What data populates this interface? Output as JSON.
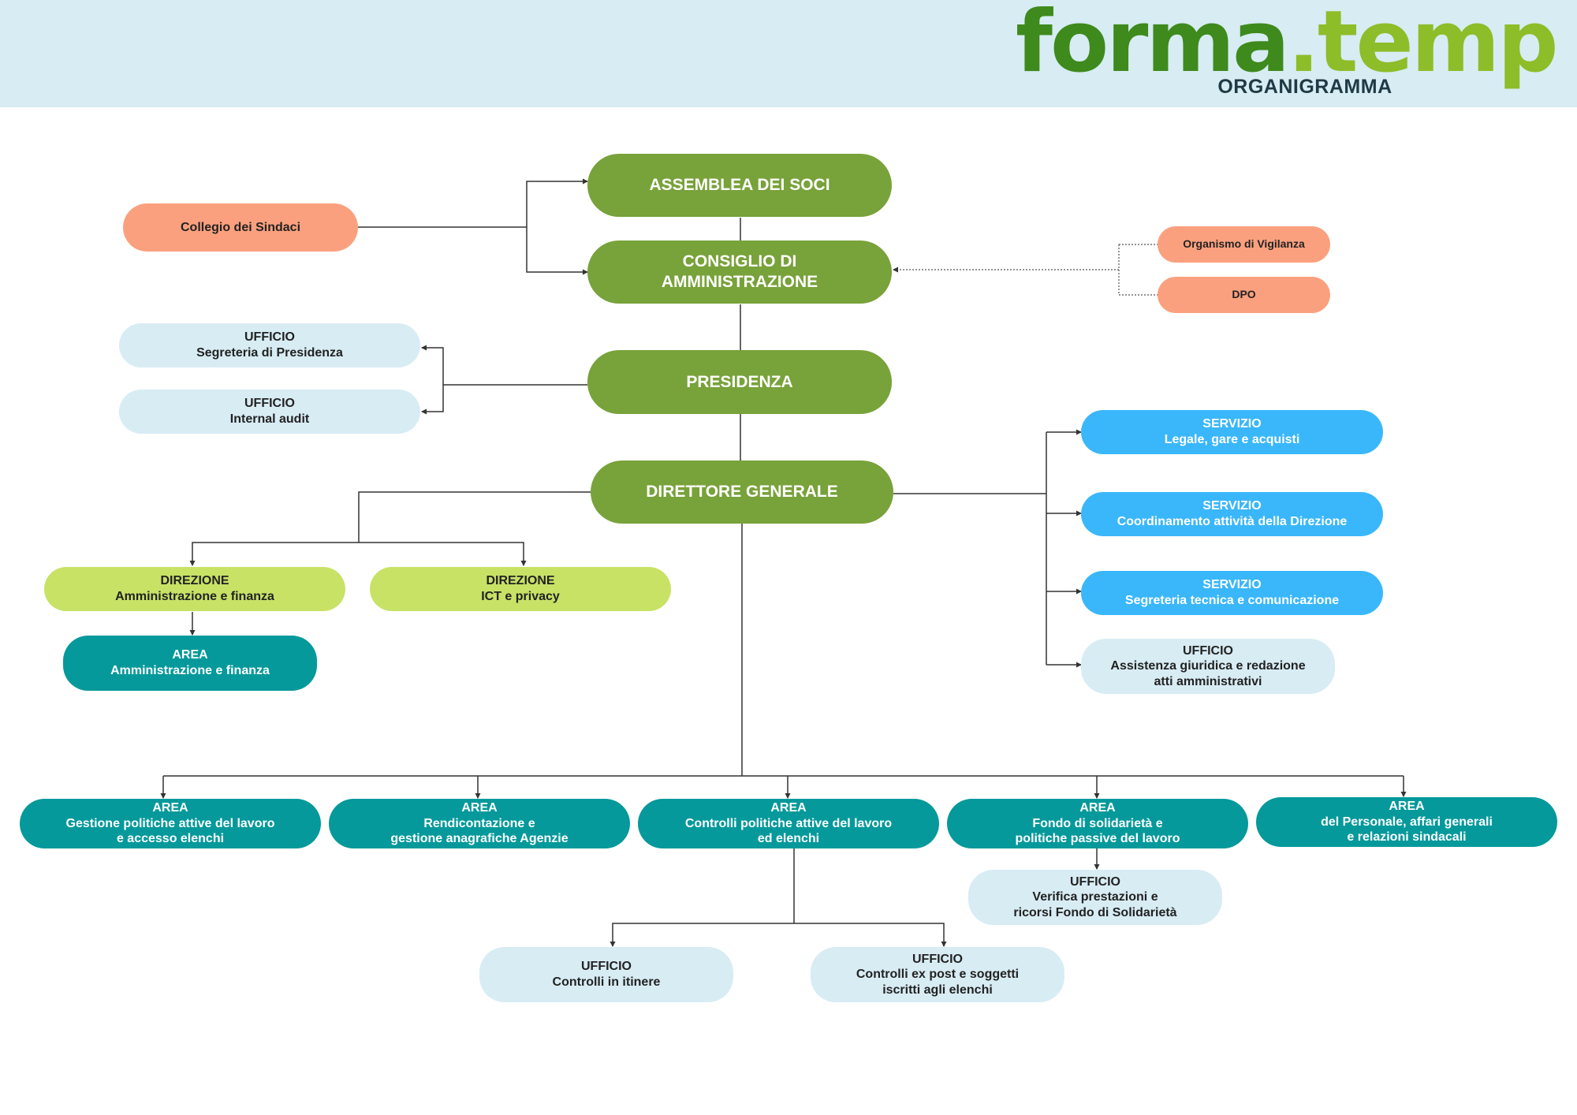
{
  "header": {
    "logo_part1": "forma",
    "logo_part2": ".temp",
    "subtitle": "ORGANIGRAMMA"
  },
  "colors": {
    "header_bg": "#d7ecf3",
    "logo_dark_green": "#3e8a1d",
    "logo_light_green": "#8dbd29",
    "governance_green": "#78a23a",
    "control_salmon": "#fba07e",
    "office_lightblue": "#d8ecf4",
    "direction_lime": "#c8e266",
    "area_teal": "#05999b",
    "service_blue": "#3ab7fb"
  },
  "nodes": {
    "assemblea": {
      "line1": "ASSEMBLEA DEI SOCI"
    },
    "consiglio": {
      "line1": "CONSIGLIO DI",
      "line2": "AMMINISTRAZIONE"
    },
    "presidenza": {
      "line1": "PRESIDENZA"
    },
    "direttore": {
      "line1": "DIRETTORE GENERALE"
    },
    "collegio": {
      "line1": "Collegio dei Sindaci"
    },
    "organismo": {
      "line1": "Organismo di Vigilanza"
    },
    "dpo": {
      "line1": "DPO"
    },
    "segreteria_presidenza": {
      "line1": "UFFICIO",
      "line2": "Segreteria di Presidenza"
    },
    "internal_audit": {
      "line1": "UFFICIO",
      "line2": "Internal audit"
    },
    "dir_amministrazione": {
      "line1": "DIREZIONE",
      "line2": "Amministrazione e finanza"
    },
    "dir_ict": {
      "line1": "DIREZIONE",
      "line2": "ICT e privacy"
    },
    "area_amministrazione": {
      "line1": "AREA",
      "line2": "Amministrazione e finanza"
    },
    "serv_legale": {
      "line1": "SERVIZIO",
      "line2": "Legale, gare e acquisti"
    },
    "serv_coordinamento": {
      "line1": "SERVIZIO",
      "line2": "Coordinamento attività della Direzione"
    },
    "serv_segreteria": {
      "line1": "SERVIZIO",
      "line2": "Segreteria tecnica e comunicazione"
    },
    "uff_assistenza": {
      "line1": "UFFICIO",
      "line2": "Assistenza giuridica e redazione",
      "line3": "atti amministrativi"
    },
    "area_gestione": {
      "line1": "AREA",
      "line2": "Gestione politiche attive del lavoro",
      "line3": "e accesso elenchi"
    },
    "area_rendicontazione": {
      "line1": "AREA",
      "line2": "Rendicontazione e",
      "line3": "gestione anagrafiche Agenzie"
    },
    "area_controlli": {
      "line1": "AREA",
      "line2": "Controlli politiche attive del lavoro",
      "line3": "ed elenchi"
    },
    "area_fondo": {
      "line1": "AREA",
      "line2": "Fondo di solidarietà e",
      "line3": "politiche passive del lavoro"
    },
    "area_personale": {
      "line1": "AREA",
      "line2": "del Personale, affari generali",
      "line3": "e relazioni sindacali"
    },
    "uff_verifica": {
      "line1": "UFFICIO",
      "line2": "Verifica prestazioni e",
      "line3": "ricorsi Fondo di Solidarietà"
    },
    "uff_itinere": {
      "line1": "UFFICIO",
      "line2": "Controlli in itinere"
    },
    "uff_expost": {
      "line1": "UFFICIO",
      "line2": "Controlli ex post e soggetti",
      "line3": "iscritti agli elenchi"
    }
  }
}
